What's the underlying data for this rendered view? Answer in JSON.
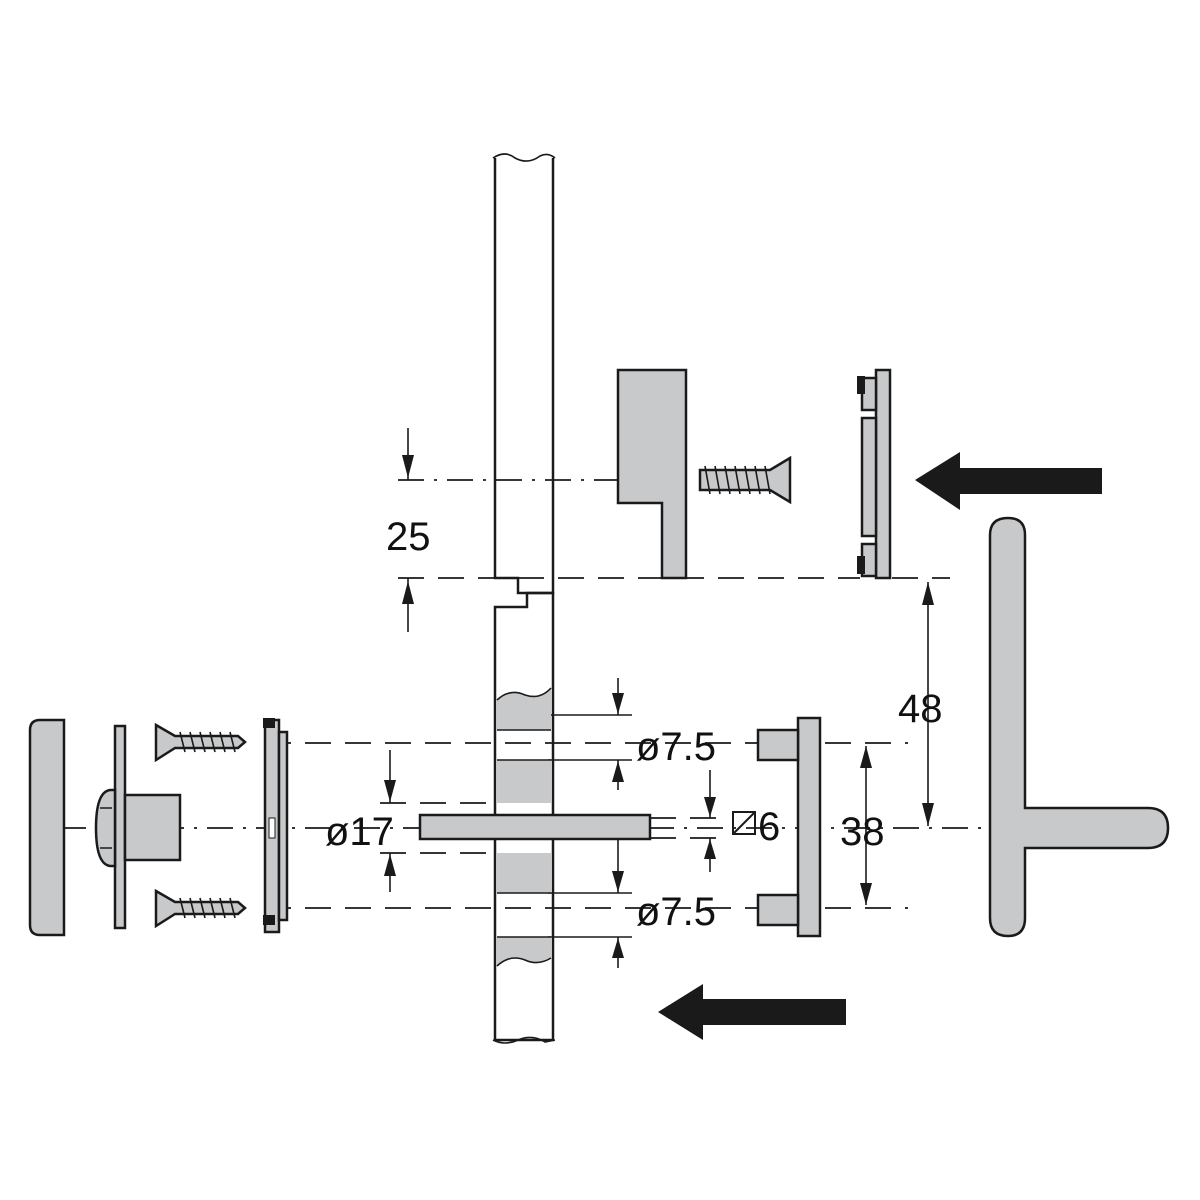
{
  "dimensions": {
    "d25": "25",
    "d48": "48",
    "d38": "38",
    "d17": "ø17",
    "d75_top": "ø7.5",
    "d75_bottom": "ø7.5",
    "d6": "6"
  },
  "colors": {
    "part_fill": "#c8c9cb",
    "stroke": "#1a1a1a"
  },
  "icons": {
    "arrow_top": "left-arrow",
    "arrow_bottom": "left-arrow",
    "square_symbol": "square-section-symbol"
  }
}
